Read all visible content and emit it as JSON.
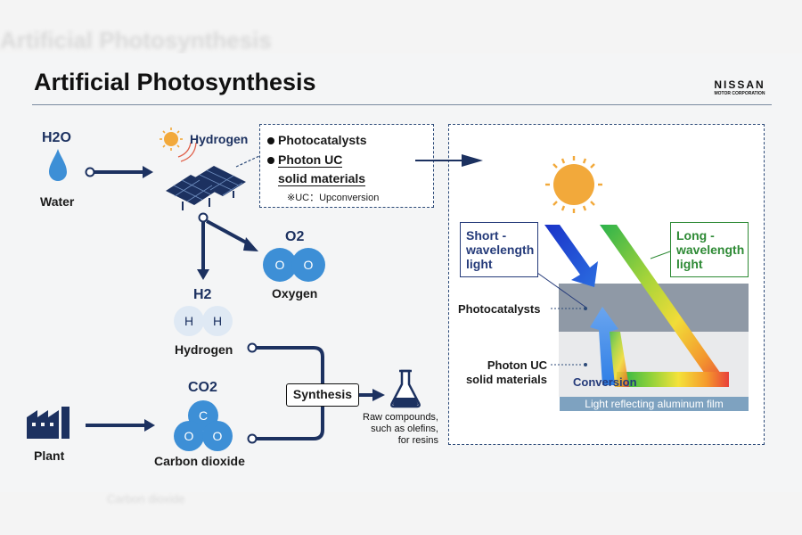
{
  "header": {
    "title": "Artificial Photosynthesis",
    "ghost_title": "Artificial Photosynthesis",
    "brand_name": "NISSAN",
    "brand_sub": "MOTOR CORPORATION"
  },
  "inputs": {
    "water_formula": "H2O",
    "water_label": "Water",
    "plant_label": "Plant"
  },
  "solar": {
    "hydrogen_label": "Hydrogen"
  },
  "catalyst_box": {
    "item1": "Photocatalysts",
    "item2_line1": "Photon UC",
    "item2_line2": "solid materials",
    "note": "※UC：Upconversion"
  },
  "products": {
    "oxygen_formula": "O2",
    "oxygen_atoms": [
      "O",
      "O"
    ],
    "oxygen_label": "Oxygen",
    "hydrogen_formula": "H2",
    "hydrogen_atoms": [
      "H",
      "H"
    ],
    "hydrogen_label": "Hydrogen",
    "co2_formula": "CO2",
    "co2_atoms": [
      "C",
      "O",
      "O"
    ],
    "co2_label": "Carbon dioxide"
  },
  "synthesis": {
    "label": "Synthesis",
    "output_line1": "Raw compounds,",
    "output_line2": "such as olefins,",
    "output_line3": "for resins"
  },
  "detail": {
    "short_line1": "Short -",
    "short_line2": "wavelength",
    "short_line3": "light",
    "long_line1": "Long -",
    "long_line2": "wavelength",
    "long_line3": "light",
    "photocatalysts": "Photocatalysts",
    "uc_line1": "Photon UC",
    "uc_line2": "solid materials",
    "conversion": "Conversion",
    "film": "Light reflecting aluminum film"
  },
  "footer": {
    "ghost_text": "Carbon dioxide"
  },
  "colors": {
    "navy": "#1c3160",
    "molecule": "#3d8fd6",
    "hydrogen_atom": "#dfe9f4",
    "sun": "#f2a93b",
    "short_box": "#253b7a",
    "long_box": "#2e8a35",
    "film": "#7ea2c0"
  }
}
